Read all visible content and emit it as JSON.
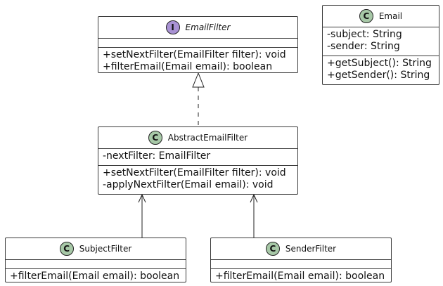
{
  "colors": {
    "interface_badge": "#a992d4",
    "class_badge": "#a7c8a7",
    "border": "#3a3a3a"
  },
  "classes": {
    "email_filter": {
      "badge": "I",
      "name": "EmailFilter",
      "attributes": [],
      "methods": [
        "+setNextFilter(EmailFilter filter): void",
        "+filterEmail(Email email): boolean"
      ]
    },
    "email": {
      "badge": "C",
      "name": "Email",
      "attributes": [
        "-subject: String",
        "-sender: String"
      ],
      "methods": [
        "+getSubject(): String",
        "+getSender(): String"
      ]
    },
    "abstract_email_filter": {
      "badge": "C",
      "name": "AbstractEmailFilter",
      "attributes": [
        "-nextFilter: EmailFilter"
      ],
      "methods": [
        "+setNextFilter(EmailFilter filter): void",
        "-applyNextFilter(Email email): void"
      ]
    },
    "subject_filter": {
      "badge": "C",
      "name": "SubjectFilter",
      "attributes": [],
      "methods": [
        "+filterEmail(Email email): boolean"
      ]
    },
    "sender_filter": {
      "badge": "C",
      "name": "SenderFilter",
      "attributes": [],
      "methods": [
        "+filterEmail(Email email): boolean"
      ]
    }
  }
}
